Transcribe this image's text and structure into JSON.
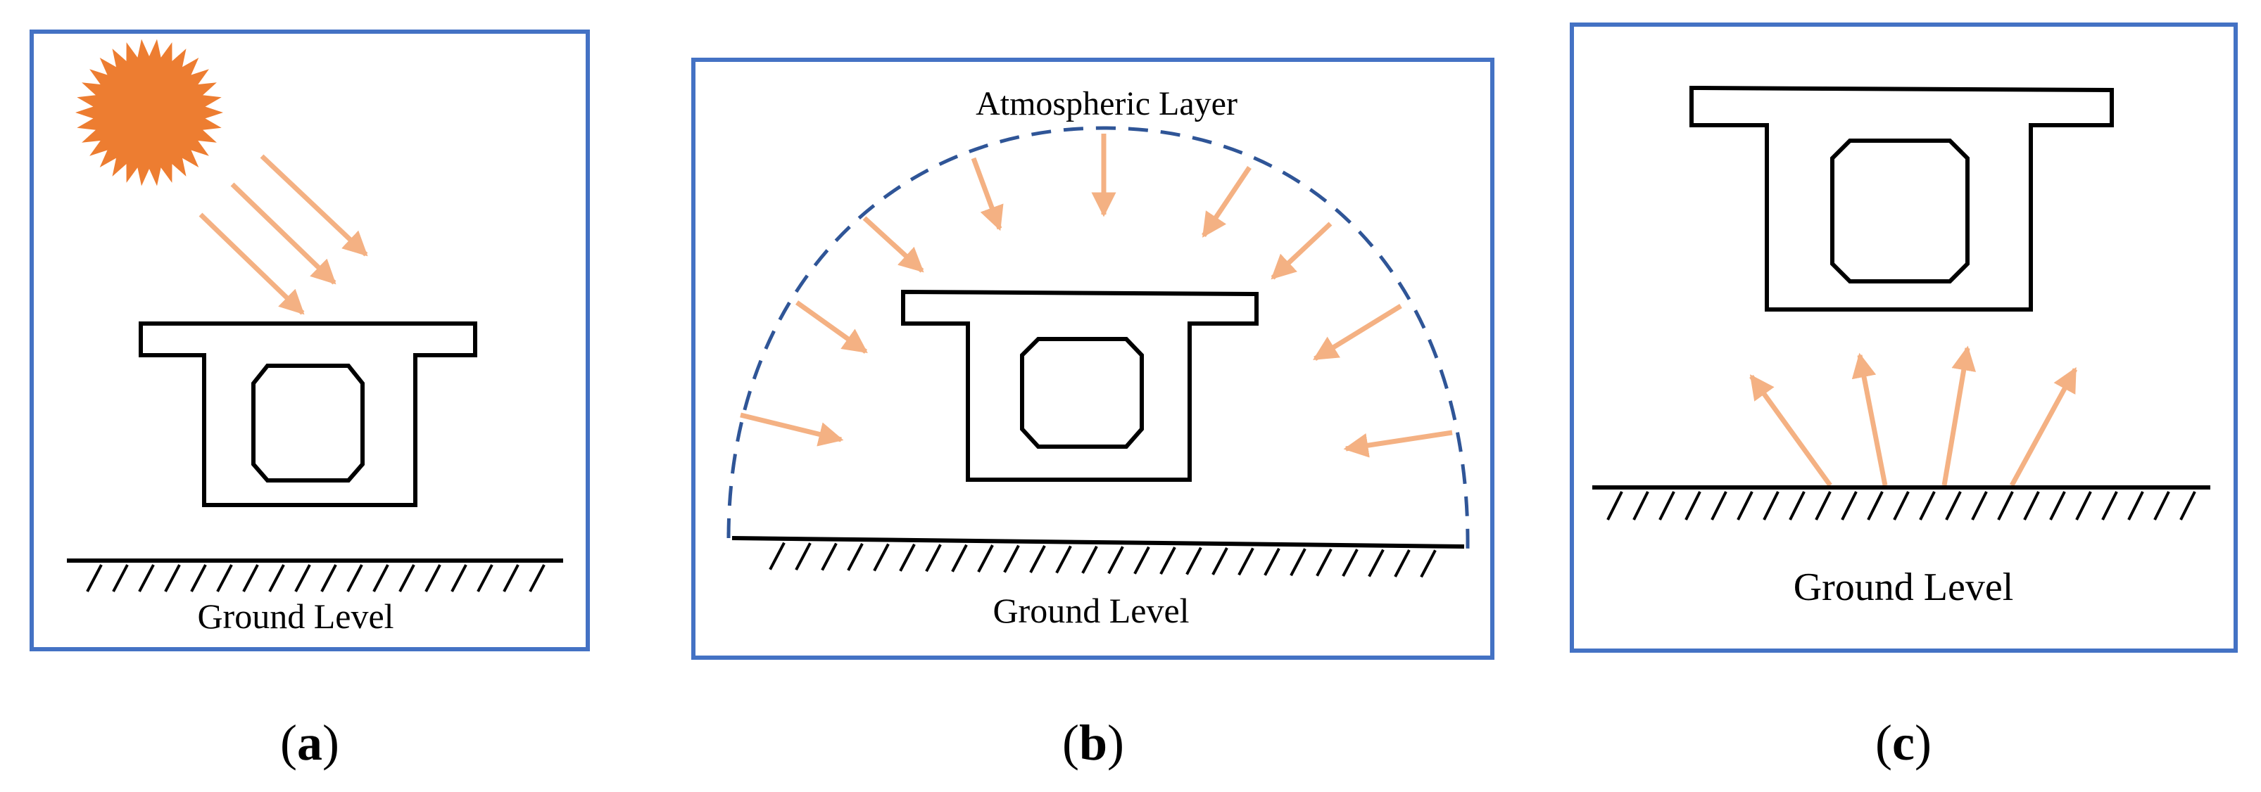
{
  "colors": {
    "frame": "#4472C4",
    "sun": "#ED7D31",
    "arrow": "#F4B183",
    "dome": "#2F5597",
    "line": "#000000"
  },
  "panels": [
    {
      "id": "a",
      "caption_open": "(",
      "caption_letter": "a",
      "caption_close": ")",
      "ground_label": "Ground Level",
      "icons": [
        "sun-icon",
        "box-girder-icon",
        "ground-hatch-icon"
      ]
    },
    {
      "id": "b",
      "caption_open": "(",
      "caption_letter": "b",
      "caption_close": ")",
      "top_label": "Atmospheric Layer",
      "ground_label": "Ground Level",
      "icons": [
        "atmosphere-dome-icon",
        "box-girder-icon",
        "ground-hatch-icon"
      ]
    },
    {
      "id": "c",
      "caption_open": "(",
      "caption_letter": "c",
      "caption_close": ")",
      "ground_label": "Ground Level",
      "icons": [
        "box-girder-icon",
        "ground-hatch-icon"
      ]
    }
  ]
}
